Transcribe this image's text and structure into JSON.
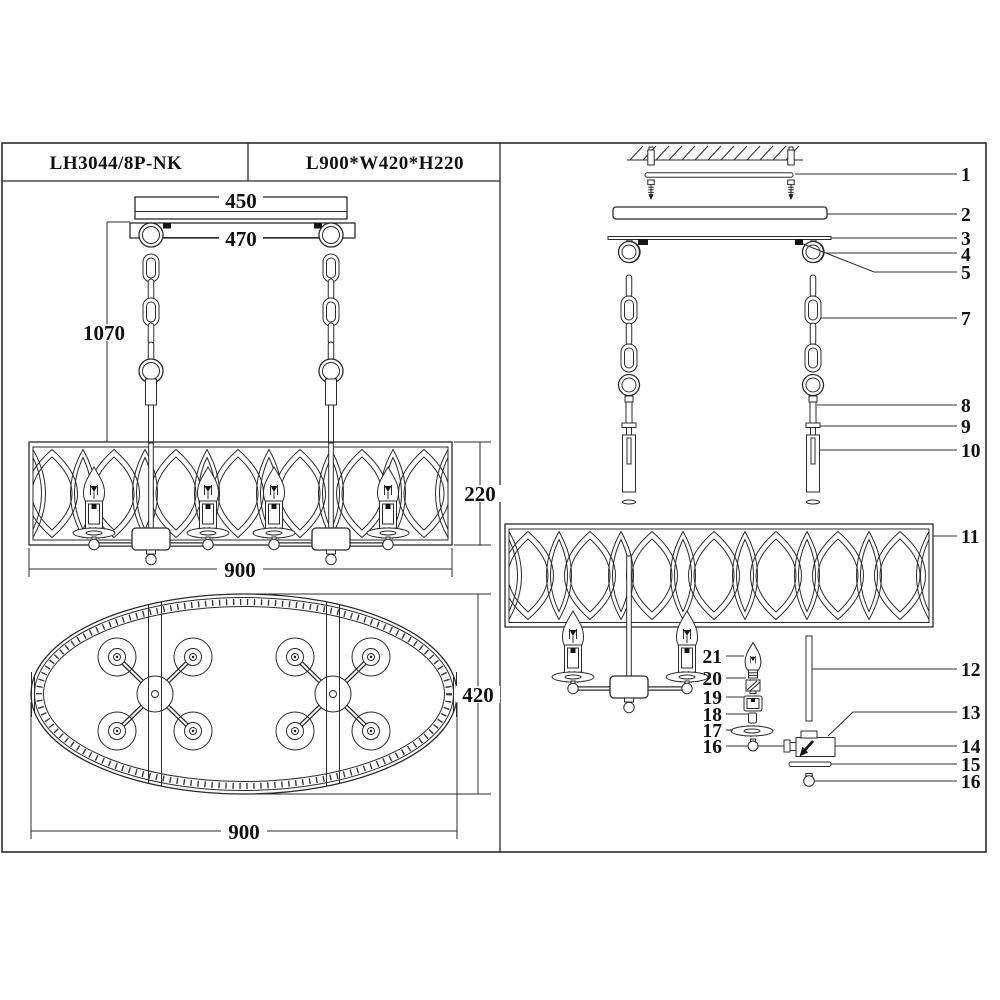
{
  "header": {
    "model": "LH3044/8P-NK",
    "size": "L900*W420*H220"
  },
  "front_view": {
    "dim_canopy": "450",
    "dim_bar": "470",
    "dim_drop": "1070",
    "dim_body_height": "220",
    "dim_body_width": "900"
  },
  "top_view": {
    "dim_width": "420",
    "dim_length": "900"
  },
  "callouts": {
    "right": [
      "1",
      "2",
      "3",
      "4",
      "5",
      "7",
      "8",
      "9",
      "10",
      "11",
      "12",
      "13",
      "14",
      "15",
      "16"
    ],
    "left": [
      "21",
      "20",
      "19",
      "18",
      "17",
      "16"
    ]
  },
  "colors": {
    "line": "#2b2b2b",
    "leader": "#333333",
    "text": "#111111",
    "background": "#ffffff"
  }
}
